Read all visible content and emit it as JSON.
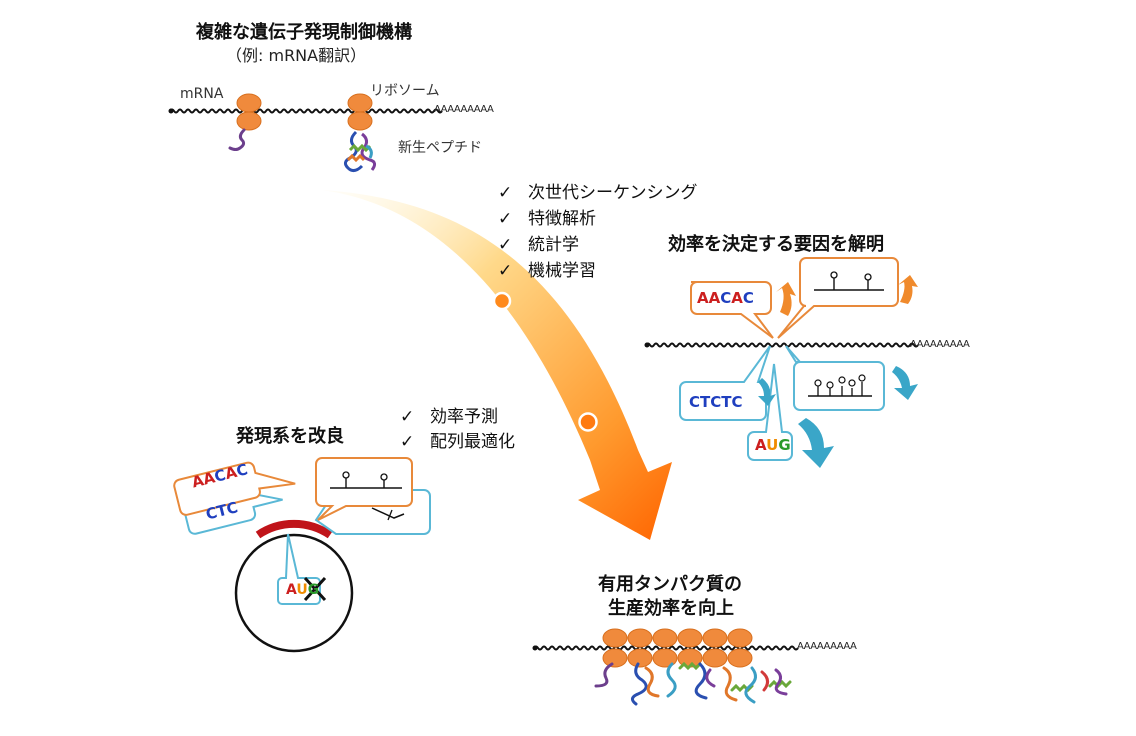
{
  "top": {
    "title": "複雑な遺伝子発現制御機構",
    "subtitle": "（例: mRNA翻訳）",
    "label_mrna": "mRNA",
    "label_ribosome": "リボソーム",
    "label_peptide": "新生ペプチド",
    "polyA": "AAAAAAAAA"
  },
  "analysis_checklist": {
    "items": [
      "次世代シーケンシング",
      "特徴解析",
      "統計学",
      "機械学習"
    ],
    "mark": "✓"
  },
  "factors": {
    "title": "効率を決定する要因を解明",
    "polyA": "AAAAAAAAA",
    "seq_up": "AACAC",
    "seq_down1": "CTCTC",
    "seq_down2": "AUG"
  },
  "improve": {
    "title": "発現系を改良",
    "checklist": [
      "効率予測",
      "配列最適化"
    ],
    "mark": "✓",
    "seq_front": "AACAC",
    "seq_back": "CTC",
    "seq_codon": "AUG"
  },
  "result": {
    "title_line1": "有用タンパク質の",
    "title_line2": "生産効率を向上",
    "polyA": "AAAAAAAAA"
  },
  "colors": {
    "ribosome": "#f08a3c",
    "ribosome_stroke": "#d8701f",
    "arrow_start": "#fff4d6",
    "arrow_end": "#ff6a00",
    "callout_orange": "#e8893a",
    "callout_blue": "#5ab8d6",
    "up_arrow": "#f08a2c",
    "down_arrow": "#3aa6c8",
    "plasmid_marker": "#c0141a"
  }
}
